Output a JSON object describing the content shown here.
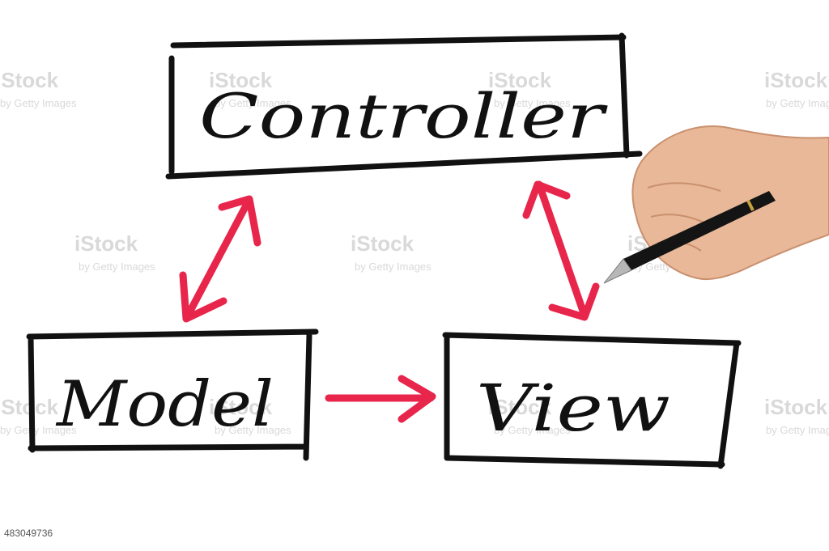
{
  "diagram": {
    "nodes": {
      "controller": "Controller",
      "model": "Model",
      "view": "View"
    },
    "edges": [
      {
        "from": "controller",
        "to": "model",
        "direction": "both"
      },
      {
        "from": "controller",
        "to": "view",
        "direction": "both"
      },
      {
        "from": "model",
        "to": "view",
        "direction": "forward"
      }
    ]
  },
  "watermark": {
    "brand": "iStock",
    "credit": "by Getty Images"
  },
  "image_id": "483049736",
  "colors": {
    "ink": "#111111",
    "arrow": "#e8254b",
    "watermark": "#d9d9d9",
    "skin": "#e8b898",
    "pen": "#141414"
  }
}
